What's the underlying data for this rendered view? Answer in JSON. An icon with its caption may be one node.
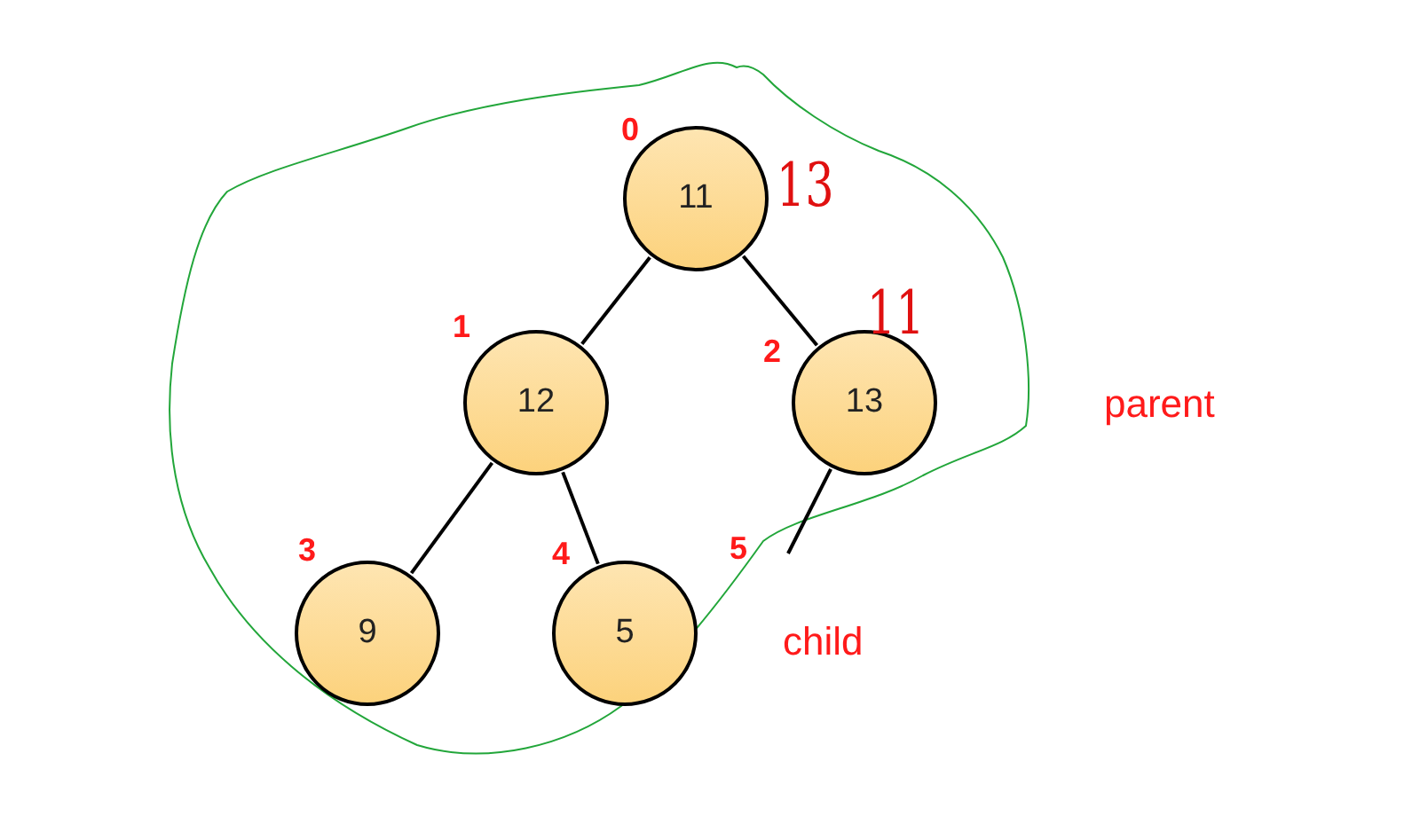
{
  "diagram": {
    "nodes": [
      {
        "text": [
          "11"
        ]
      },
      {
        "text": [
          "12"
        ]
      },
      {
        "text": [
          "13"
        ]
      },
      {
        "text": [
          "9"
        ]
      },
      {
        "text": [
          "5"
        ]
      }
    ],
    "edges": [
      {
        "from": 0,
        "to": 1,
        "arrow": "none"
      },
      {
        "from": 0,
        "to": 2,
        "arrow": "none"
      },
      {
        "from": 1,
        "to": 3,
        "arrow": "none"
      },
      {
        "from": 1,
        "to": 4,
        "arrow": "none"
      },
      {
        "from": 2,
        "to": null,
        "arrow": "none"
      }
    ],
    "labels": [
      "0",
      "13",
      "11",
      "1",
      "2",
      "parent",
      "3",
      "4",
      "5",
      "child"
    ]
  }
}
